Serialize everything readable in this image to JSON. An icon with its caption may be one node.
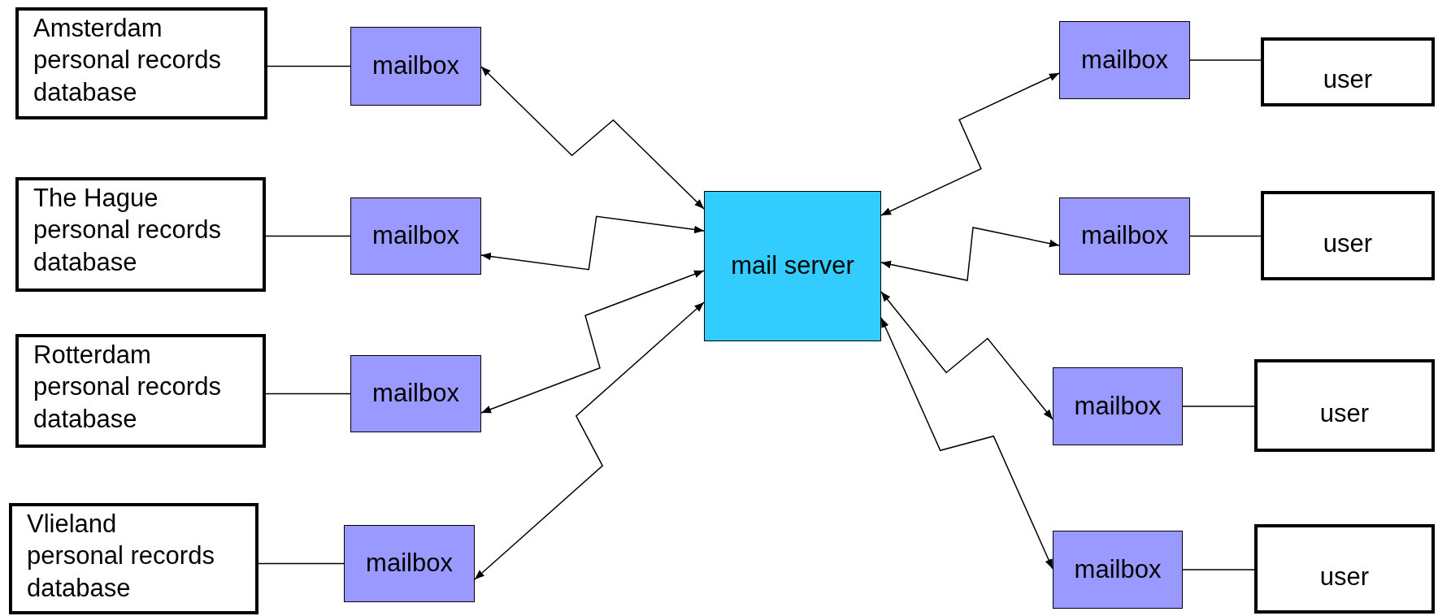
{
  "diagram": {
    "nodes": [
      {
        "text": [
          "Amsterdam personal records database"
        ]
      },
      {
        "text": [
          "mailbox"
        ]
      },
      {
        "text": [
          "The Hague personal records database"
        ]
      },
      {
        "text": [
          "mailbox"
        ]
      },
      {
        "text": [
          "Rotterdam personal records database"
        ]
      },
      {
        "text": [
          "mailbox"
        ]
      },
      {
        "text": [
          "Vlieland personal records database"
        ]
      },
      {
        "text": [
          "mailbox"
        ]
      },
      {
        "text": [
          "mail server"
        ]
      },
      {
        "text": [
          "mailbox"
        ]
      },
      {
        "text": [
          "user"
        ]
      },
      {
        "text": [
          "mailbox"
        ]
      },
      {
        "text": [
          "user"
        ]
      },
      {
        "text": [
          "mailbox"
        ]
      },
      {
        "text": [
          "user"
        ]
      },
      {
        "text": [
          "mailbox"
        ]
      },
      {
        "text": [
          "user"
        ]
      }
    ],
    "edges": [
      {
        "from": 0,
        "to": 1,
        "arrow": "none"
      },
      {
        "from": 2,
        "to": 3,
        "arrow": "none"
      },
      {
        "from": 4,
        "to": 5,
        "arrow": "none"
      },
      {
        "from": 6,
        "to": 7,
        "arrow": "none"
      },
      {
        "from": 1,
        "to": 8,
        "arrow": "both"
      },
      {
        "from": 3,
        "to": 8,
        "arrow": "both"
      },
      {
        "from": 5,
        "to": 8,
        "arrow": "both"
      },
      {
        "from": 7,
        "to": 8,
        "arrow": "both"
      },
      {
        "from": 8,
        "to": 9,
        "arrow": "both"
      },
      {
        "from": 8,
        "to": 11,
        "arrow": "both"
      },
      {
        "from": 8,
        "to": 13,
        "arrow": "both"
      },
      {
        "from": 8,
        "to": 15,
        "arrow": "both"
      },
      {
        "from": 9,
        "to": 10,
        "arrow": "none"
      },
      {
        "from": 11,
        "to": 12,
        "arrow": "none"
      },
      {
        "from": 13,
        "to": 14,
        "arrow": "none"
      },
      {
        "from": 15,
        "to": 16,
        "arrow": "none"
      }
    ]
  }
}
